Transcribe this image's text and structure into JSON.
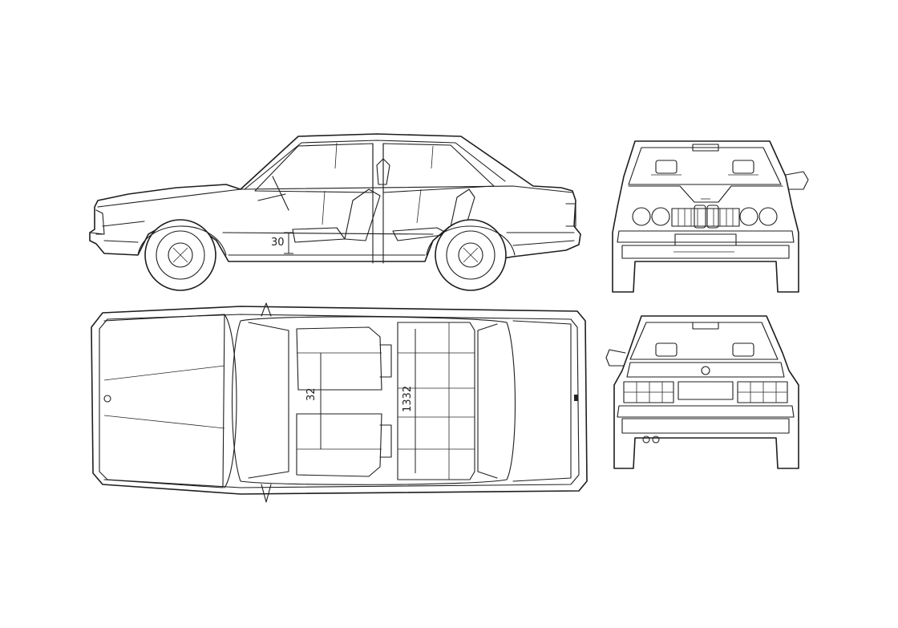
{
  "drawing": {
    "views": [
      "side-view",
      "top-view",
      "front-view",
      "rear-view"
    ],
    "dimensions": {
      "seat_height": "30",
      "front_shoulder": "32",
      "rear_width": "1332"
    },
    "colors": {
      "line": "#1e1e1e",
      "background": "#ffffff"
    }
  }
}
